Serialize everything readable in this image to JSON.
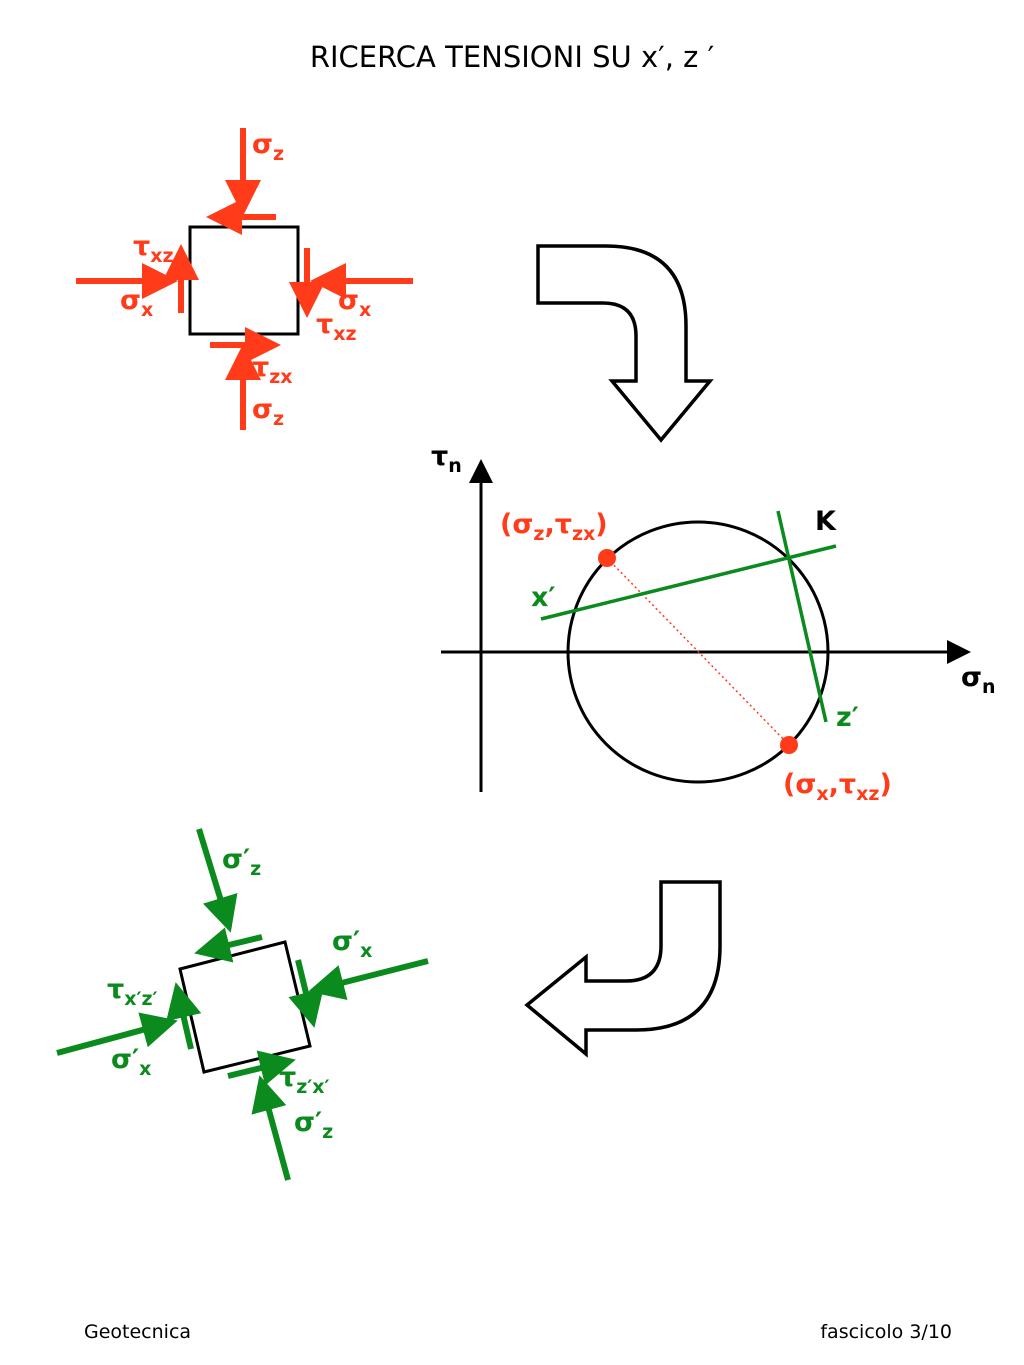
{
  "title": "RICERCA TENSIONI SU x′, z ′",
  "colors": {
    "red": "#ff3b1a",
    "green": "#0b8a1e",
    "black": "#000000"
  },
  "top_element": {
    "sigma_z_top": {
      "sym": "σ",
      "sub": "z"
    },
    "sigma_z_bottom": {
      "sym": "σ",
      "sub": "z"
    },
    "sigma_x_left": {
      "sym": "σ",
      "sub": "x"
    },
    "sigma_x_right": {
      "sym": "σ",
      "sub": "x"
    },
    "tau_xz_left": {
      "sym": "τ",
      "sub": "xz"
    },
    "tau_xz_right": {
      "sym": "τ",
      "sub": "xz"
    },
    "tau_zx_bottom": {
      "sym": "τ",
      "sub": "zx"
    }
  },
  "mohr": {
    "axis_tau": {
      "sym": "τ",
      "sub": "n"
    },
    "axis_sigma": {
      "sym": "σ",
      "sub": "n"
    },
    "label_K": "K",
    "label_x_prime": "x′",
    "label_z_prime": "z′",
    "point_top": {
      "open": "(",
      "sym1": "σ",
      "sub1": "z",
      "sep": ",",
      "sym2": "τ",
      "sub2": "zx",
      "close": ")"
    },
    "point_bottom": {
      "open": "(",
      "sym1": "σ",
      "sub1": "x",
      "sep": ",",
      "sym2": "τ",
      "sub2": "xz",
      "close": ")"
    }
  },
  "rotated_element": {
    "sigma_z_top": {
      "sym": "σ′",
      "sub": "z"
    },
    "sigma_z_bottom": {
      "sym": "σ′",
      "sub": "z"
    },
    "sigma_x_right": {
      "sym": "σ′",
      "sub": "x"
    },
    "sigma_x_left": {
      "sym": "σ′",
      "sub": "x"
    },
    "tau_xz_left": {
      "sym": "τ",
      "sub": "x′z′"
    },
    "tau_zx_bottom": {
      "sym": "τ",
      "sub": "z′x′"
    }
  },
  "footer": {
    "left": "Geotecnica",
    "right": "fascicolo 3/10"
  }
}
